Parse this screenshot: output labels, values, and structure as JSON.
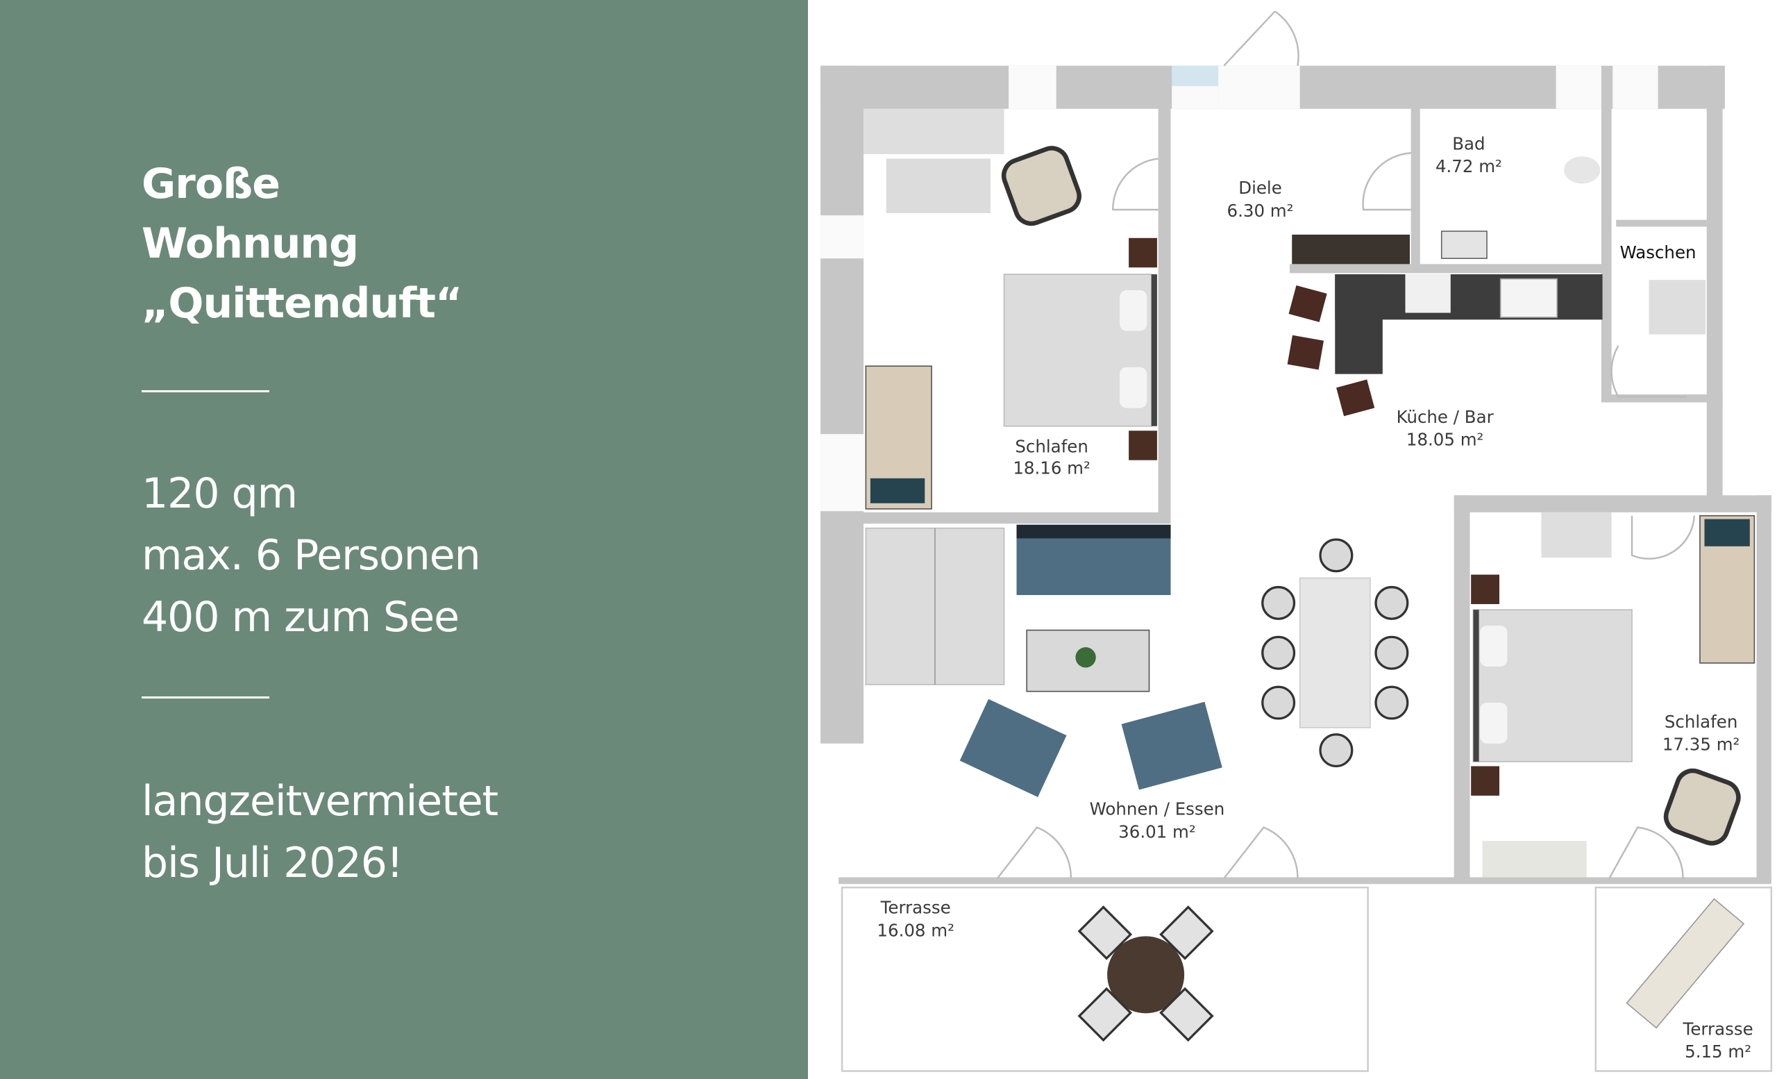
{
  "info": {
    "title_lines": [
      "Große",
      "Wohnung",
      "„Quittenduft“"
    ],
    "facts": [
      "120 qm",
      "max. 6 Personen",
      "400 m zum See"
    ],
    "note_lines": [
      "langzeitvermietet",
      "bis Juli 2026!"
    ]
  },
  "floorplan": {
    "rooms": [
      {
        "name": "Schlafen",
        "area": "18.16 m²"
      },
      {
        "name": "Diele",
        "area": "6.30 m²"
      },
      {
        "name": "Bad",
        "area": "4.72 m²"
      },
      {
        "name": "Waschen",
        "area": ""
      },
      {
        "name": "Küche / Bar",
        "area": "18.05 m²"
      },
      {
        "name": "Wohnen / Essen",
        "area": "36.01 m²"
      },
      {
        "name": "Schlafen",
        "area": "17.35 m²"
      },
      {
        "name": "Terrasse",
        "area": "16.08 m²"
      },
      {
        "name": "Terrasse",
        "area": "5.15 m²"
      }
    ]
  },
  "colors": {
    "panel": "#6b8979",
    "wall": "#c6c6c6",
    "sofa": "#4f6e84",
    "counter": "#3d3d3d"
  }
}
